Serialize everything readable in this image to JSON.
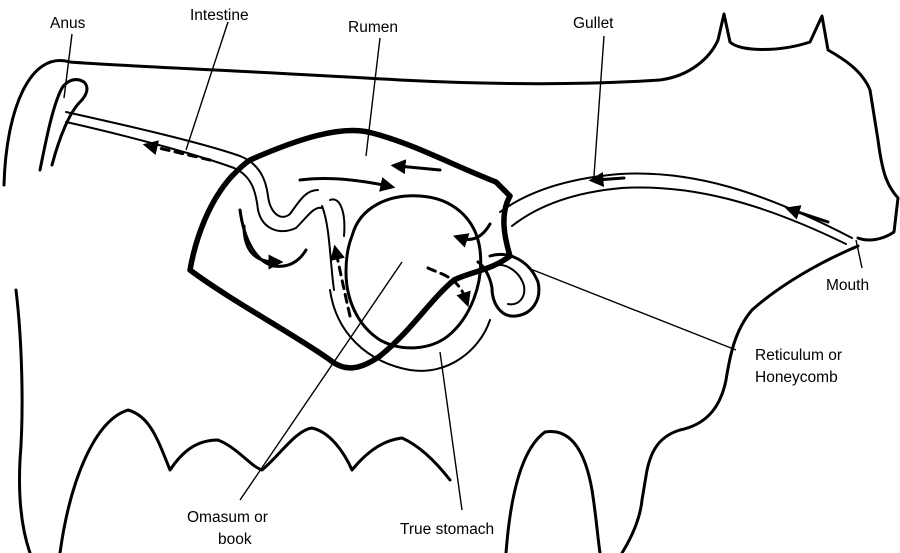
{
  "diagram": {
    "labels": {
      "anus": "Anus",
      "intestine": "Intestine",
      "rumen": "Rumen",
      "gullet": "Gullet",
      "mouth": "Mouth",
      "reticulum_1": "Reticulum or",
      "reticulum_2": "Honeycomb",
      "omasum_1": "Omasum or",
      "omasum_2": "book",
      "true_stomach": "True stomach"
    }
  }
}
